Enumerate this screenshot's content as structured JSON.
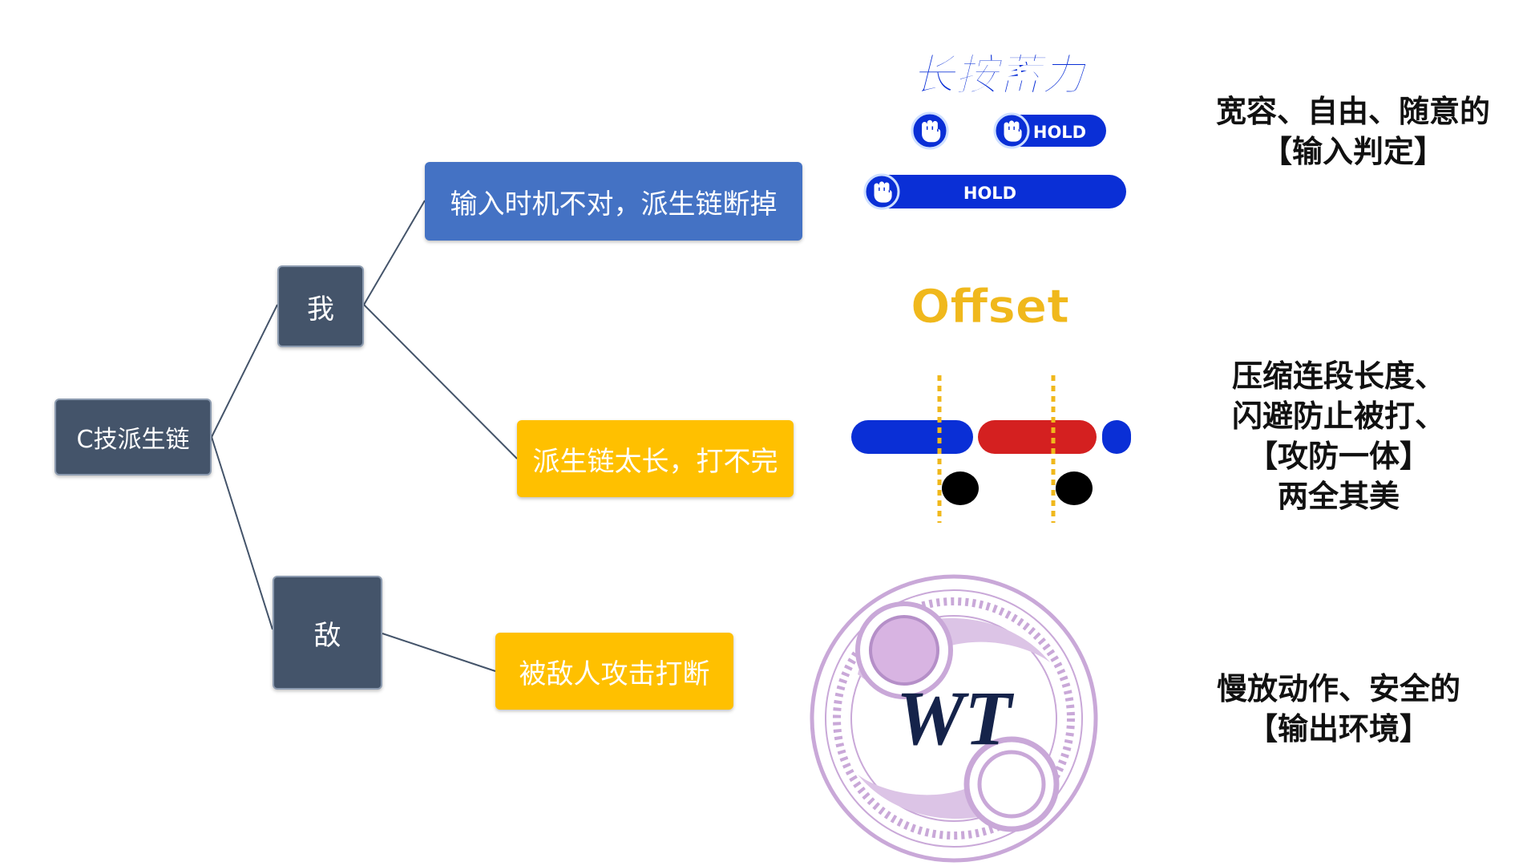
{
  "tree": {
    "root": "C技派生链",
    "me": "我",
    "enemy": "敌",
    "leaf_timing": "输入时机不对，派生链断掉",
    "leaf_long": "派生链太长，打不完",
    "leaf_interrupt": "被敌人攻击打断"
  },
  "hold_section": {
    "title": "长按蓄力",
    "hold_label": "HOLD",
    "caption": [
      "宽容、自由、随意的",
      "【输入判定】"
    ]
  },
  "offset_section": {
    "title": "Offset",
    "caption": [
      "压缩连段长度、",
      "闪避防止被打、",
      "【攻防一体】",
      "两全其美"
    ]
  },
  "wt_section": {
    "logo_text": "WT",
    "caption": [
      "慢放动作、安全的",
      "【输出环境】"
    ]
  },
  "colors": {
    "dark_node": "#44546a",
    "blue_node": "#4472c4",
    "yellow_node": "#ffc000",
    "hold_blue": "#0a2fd6",
    "offset_red": "#d42020",
    "offset_gold": "#f0b81c",
    "seal_purple": "#c9a8d8"
  },
  "icons": {
    "fist": "fist-icon",
    "seal": "witch-time-seal-icon"
  }
}
